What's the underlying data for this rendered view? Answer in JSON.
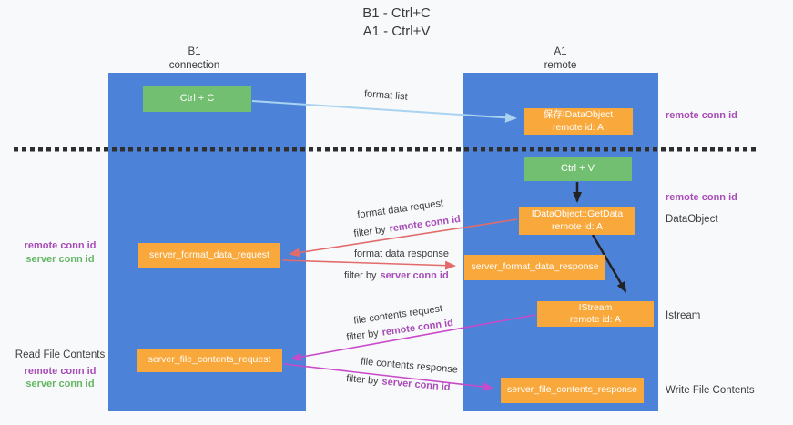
{
  "title": {
    "line1": "B1 - Ctrl+C",
    "line2": "A1 - Ctrl+V"
  },
  "lanes": {
    "left": {
      "name": "B1",
      "role": "connection"
    },
    "right": {
      "name": "A1",
      "role": "remote"
    }
  },
  "nodes": {
    "ctrl_c": {
      "label": "Ctrl + C"
    },
    "ctrl_v": {
      "label": "Ctrl + V"
    },
    "save_idataobject": {
      "line1": "保存IDataObject",
      "line2": "remote id: A"
    },
    "getdata": {
      "line1": "IDataObject::GetData",
      "line2": "remote id: A"
    },
    "istream": {
      "line1": "IStream",
      "line2": "remote id: A"
    },
    "server_format_data_request": {
      "label": "server_format_data_request"
    },
    "server_format_data_response": {
      "label": "server_format_data_response"
    },
    "server_file_contents_request": {
      "label": "server_file_contents_request"
    },
    "server_file_contents_response": {
      "label": "server_file_contents_response"
    }
  },
  "edges": {
    "format_list": {
      "label": "format list"
    },
    "format_data_request": {
      "label": "format data request",
      "filter_prefix": "filter by",
      "filter_key": "remote conn id"
    },
    "format_data_response": {
      "label": "format data response",
      "filter_prefix": "filter by",
      "filter_key": "server conn id"
    },
    "file_contents_request": {
      "label": "file contents request",
      "filter_prefix": "filter by",
      "filter_key": "remote conn id"
    },
    "file_contents_response": {
      "label": "file contents response",
      "filter_prefix": "filter by",
      "filter_key": "server conn id"
    }
  },
  "annotations": {
    "right": [
      {
        "text": "remote conn id",
        "style": "purple"
      },
      {
        "text": "remote conn id",
        "style": "purple"
      },
      {
        "text": "DataObject",
        "style": "plain"
      },
      {
        "text": "Istream",
        "style": "plain"
      },
      {
        "text": "Write File Contents",
        "style": "plain"
      }
    ],
    "left": [
      {
        "text": "remote conn id",
        "style": "purple"
      },
      {
        "text": "server conn id",
        "style": "green"
      },
      {
        "text": "Read File Contents",
        "style": "plain"
      },
      {
        "text": "remote conn id",
        "style": "purple"
      },
      {
        "text": "server conn id",
        "style": "green"
      }
    ]
  },
  "colors": {
    "background": "#f8f9fa",
    "lane_blue": "#4d82d9",
    "box_green": "#72bf72",
    "box_orange": "#f9a83c",
    "purple_text": "#a84cb8",
    "green_text": "#63b663",
    "red_arrow": "#e26b6b",
    "magenta_arrow": "#c94ac9",
    "light_blue_arrow": "#a9d3f0",
    "black_arrow": "#222222",
    "dashed_line": "#2f2f2f"
  }
}
